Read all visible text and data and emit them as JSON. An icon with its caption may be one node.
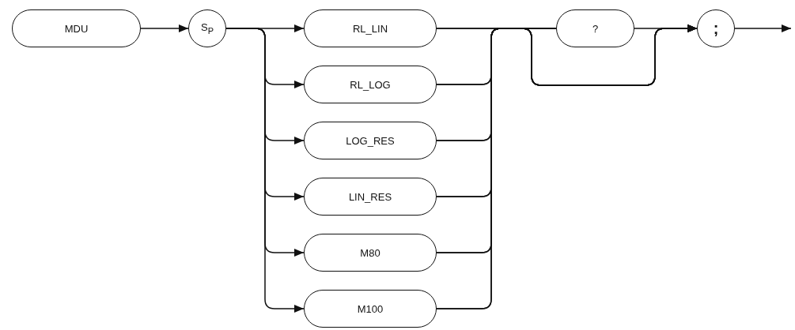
{
  "diagram": {
    "nodes": [
      {
        "text": [
          "MDU"
        ]
      },
      {
        "text": [
          "S$_{P}$"
        ]
      },
      {
        "text": [
          "RL_LIN"
        ]
      },
      {
        "text": [
          "RL_LOG"
        ]
      },
      {
        "text": [
          "LOG_RES"
        ]
      },
      {
        "text": [
          "LIN_RES"
        ]
      },
      {
        "text": [
          "M80"
        ]
      },
      {
        "text": [
          "M100"
        ]
      },
      {
        "text": [
          "?"
        ]
      },
      {
        "text": [
          ";"
        ]
      }
    ],
    "edges": [
      {
        "from": 0,
        "to": 1,
        "arrow": "to"
      },
      {
        "from": 1,
        "to": 2,
        "arrow": "to"
      },
      {
        "from": 1,
        "to": 3,
        "arrow": "to"
      },
      {
        "from": 1,
        "to": 4,
        "arrow": "to"
      },
      {
        "from": 1,
        "to": 5,
        "arrow": "to"
      },
      {
        "from": 1,
        "to": 6,
        "arrow": "to"
      },
      {
        "from": 1,
        "to": 7,
        "arrow": "to"
      },
      {
        "from": 2,
        "to": 8,
        "arrow": "none"
      },
      {
        "from": 3,
        "to": 8,
        "arrow": "none"
      },
      {
        "from": 4,
        "to": 8,
        "arrow": "none"
      },
      {
        "from": 5,
        "to": 8,
        "arrow": "none"
      },
      {
        "from": 6,
        "to": 8,
        "arrow": "none"
      },
      {
        "from": 7,
        "to": 8,
        "arrow": "none"
      },
      {
        "from": 2,
        "to": 9,
        "arrow": "to"
      },
      {
        "from": 3,
        "to": 9,
        "arrow": "to"
      },
      {
        "from": 4,
        "to": 9,
        "arrow": "to"
      },
      {
        "from": 5,
        "to": 9,
        "arrow": "to"
      },
      {
        "from": 6,
        "to": 9,
        "arrow": "to"
      },
      {
        "from": 7,
        "to": 9,
        "arrow": "to"
      },
      {
        "from": 8,
        "to": 9,
        "arrow": "to"
      },
      {
        "from": 9,
        "to": null,
        "arrow": "to"
      }
    ]
  }
}
